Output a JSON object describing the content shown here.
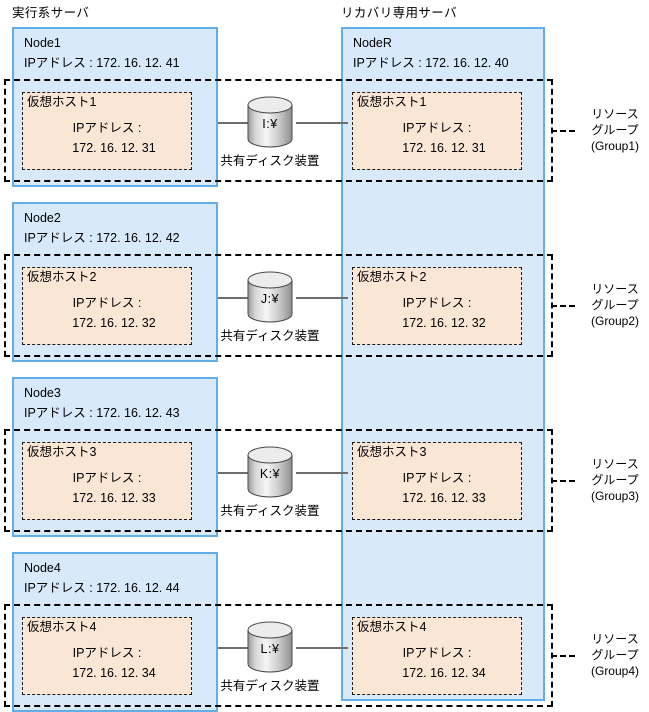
{
  "headers": {
    "active_server": "実行系サーバ",
    "recovery_server": "リカバリ専用サーバ"
  },
  "shared_disk_caption": "共有ディスク装置",
  "colors": {
    "node_fill": "#d7e9fb",
    "node_border": "#62aeea",
    "vhost_fill": "#fae6d5",
    "vhost_border": "#1a1a1a",
    "group_border": "#000000",
    "connector": "#6e6e6e"
  },
  "active_nodes": [
    {
      "name": "Node1",
      "ip_line": "IPアドレス : 172. 16. 12. 41"
    },
    {
      "name": "Node2",
      "ip_line": "IPアドレス : 172. 16. 12. 42"
    },
    {
      "name": "Node3",
      "ip_line": "IPアドレス : 172. 16. 12. 43"
    },
    {
      "name": "Node4",
      "ip_line": "IPアドレス : 172. 16. 12. 44"
    }
  ],
  "recovery_node": {
    "name": "NodeR",
    "ip_line": "IPアドレス : 172. 16. 12. 40"
  },
  "virtual_hosts_active": [
    {
      "name": "仮想ホスト1",
      "ip_label": "IPアドレス :",
      "ip_value": "172. 16. 12. 31"
    },
    {
      "name": "仮想ホスト2",
      "ip_label": "IPアドレス :",
      "ip_value": "172. 16. 12. 32"
    },
    {
      "name": "仮想ホスト3",
      "ip_label": "IPアドレス :",
      "ip_value": "172. 16. 12. 33"
    },
    {
      "name": "仮想ホスト4",
      "ip_label": "IPアドレス :",
      "ip_value": "172. 16. 12. 34"
    }
  ],
  "virtual_hosts_recovery": [
    {
      "name": "仮想ホスト1",
      "ip_label": "IPアドレス :",
      "ip_value": "172. 16. 12. 31"
    },
    {
      "name": "仮想ホスト2",
      "ip_label": "IPアドレス :",
      "ip_value": "172. 16. 12. 32"
    },
    {
      "name": "仮想ホスト3",
      "ip_label": "IPアドレス :",
      "ip_value": "172. 16. 12. 33"
    },
    {
      "name": "仮想ホスト4",
      "ip_label": "IPアドレス :",
      "ip_value": "172. 16. 12. 34"
    }
  ],
  "shared_disks": [
    {
      "drive": "I:¥",
      "caption": "共有ディスク装置"
    },
    {
      "drive": "J:¥",
      "caption": "共有ディスク装置"
    },
    {
      "drive": "K:¥",
      "caption": "共有ディスク装置"
    },
    {
      "drive": "L:¥",
      "caption": "共有ディスク装置"
    }
  ],
  "resource_groups": [
    {
      "line1": "リソース",
      "line2": "グループ",
      "line3": "(Group1)"
    },
    {
      "line1": "リソース",
      "line2": "グループ",
      "line3": "(Group2)"
    },
    {
      "line1": "リソース",
      "line2": "グループ",
      "line3": "(Group3)"
    },
    {
      "line1": "リソース",
      "line2": "グループ",
      "line3": "(Group4)"
    }
  ]
}
